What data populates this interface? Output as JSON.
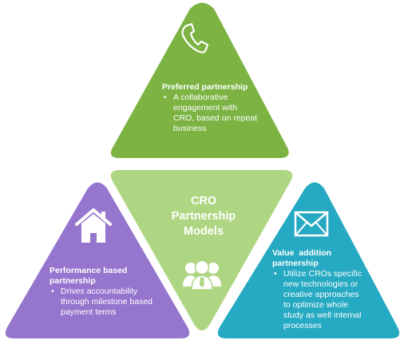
{
  "center": {
    "title_line1": "CRO",
    "title_line2": "Partnership",
    "title_line3": "Models"
  },
  "preferred": {
    "heading": "Preferred partnership",
    "bullet_lines": [
      "A collaborative",
      "engagement with",
      "CRO, based on repeat",
      "business"
    ]
  },
  "performance": {
    "heading_line1": "Performance based",
    "heading_line2": "partnership",
    "bullet_lines": [
      "Drives accountability",
      "through milestone based",
      "payment terms"
    ]
  },
  "value": {
    "heading_line1": "Value  addition",
    "heading_line2": "partnership",
    "bullet_lines": [
      "Utilize CROs specific",
      "new technologies or",
      "creative approaches",
      "to optimize whole",
      "study as well internal",
      "processes"
    ]
  },
  "colors": {
    "top_triangle": "#7cb342",
    "center_triangle": "#aed581",
    "left_triangle": "#9575cd",
    "right_triangle": "#26a9c2",
    "text": "#ffffff"
  },
  "icons": {
    "top": "phone-icon",
    "left": "house-icon",
    "right": "envelope-icon",
    "center": "people-group-icon"
  }
}
